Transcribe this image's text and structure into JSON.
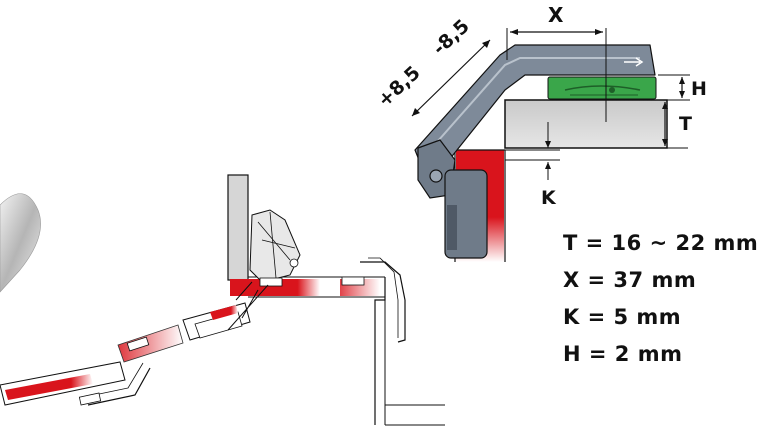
{
  "dimension_labels": {
    "x": "X",
    "h": "H",
    "t": "T",
    "k": "K",
    "plus": "+8,5",
    "minus": "-8,5"
  },
  "specs": [
    "T = 16 ~ 22 mm",
    "X = 37 mm",
    "K = 5 mm",
    "H = 2 mm"
  ],
  "colors": {
    "hinge_steel": "#7e8a99",
    "mounting_plate": "#3aa64a",
    "door_red": "#d9141c",
    "panel_gray": "#cfcfcf",
    "line": "#111111"
  }
}
